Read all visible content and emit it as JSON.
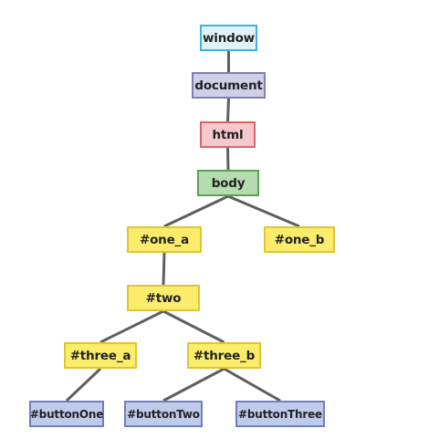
{
  "colors": {
    "edge": "#5f5f5f",
    "window_fill": "#dff3fb",
    "window_border": "#3fb2e1",
    "document_fill": "#cfd0e8",
    "document_border": "#7d7fb0",
    "html_fill": "#f6c7cb",
    "html_border": "#d9636b",
    "body_fill": "#b6dbb0",
    "body_border": "#5ba153",
    "element_fill": "#fbed6b",
    "element_border": "#e0c432",
    "button_fill": "#c0cbeb",
    "button_border": "#6d7fc0"
  },
  "nodes": {
    "window": "window",
    "document": "document",
    "html": "html",
    "body": "body",
    "one_a": "#one_a",
    "one_b": "#one_b",
    "two": "#two",
    "three_a": "#three_a",
    "three_b": "#three_b",
    "buttonOne": "#buttonOne",
    "buttonTwo": "#buttonTwo",
    "buttonThree": "#buttonThree"
  },
  "edges": [
    [
      "window",
      "document"
    ],
    [
      "document",
      "html"
    ],
    [
      "html",
      "body"
    ],
    [
      "body",
      "one_a"
    ],
    [
      "body",
      "one_b"
    ],
    [
      "one_a",
      "two"
    ],
    [
      "two",
      "three_a"
    ],
    [
      "two",
      "three_b"
    ],
    [
      "three_a",
      "buttonOne"
    ],
    [
      "three_b",
      "buttonTwo"
    ],
    [
      "three_b",
      "buttonThree"
    ]
  ]
}
